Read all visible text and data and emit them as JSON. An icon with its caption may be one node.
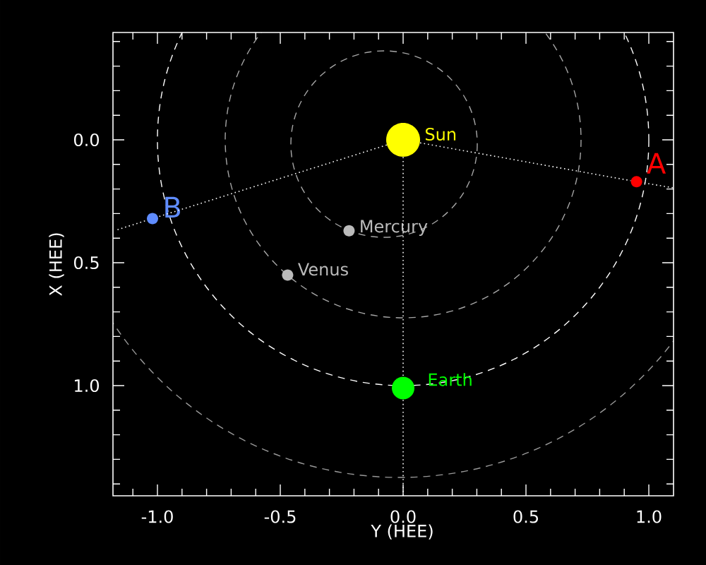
{
  "diagram": {
    "nodes": [
      {
        "text": [],
        "shape": "circle",
        "beside": [
          "Sun"
        ]
      },
      {
        "text": [],
        "shape": "circle",
        "beside": [
          "Mercury"
        ]
      },
      {
        "text": [],
        "shape": "circle",
        "beside": [
          "Venus"
        ]
      },
      {
        "text": [],
        "shape": "circle",
        "beside": [
          "Earth"
        ]
      },
      {
        "text": [],
        "shape": "circle",
        "beside": [
          "A"
        ]
      },
      {
        "text": [],
        "shape": "circle",
        "beside": [
          "B"
        ]
      }
    ],
    "edges": [
      {
        "from": 0,
        "to": 4,
        "arrow": "none"
      },
      {
        "from": 0,
        "to": 5,
        "arrow": "none"
      },
      {
        "from": 0,
        "to": 3,
        "arrow": "none"
      }
    ],
    "labels": [
      "0.0",
      "0.5",
      "1.0",
      "X (HEE)",
      "-1.0",
      "-0.5",
      "0.0",
      "0.5",
      "1.0",
      "Y (HEE)"
    ]
  }
}
